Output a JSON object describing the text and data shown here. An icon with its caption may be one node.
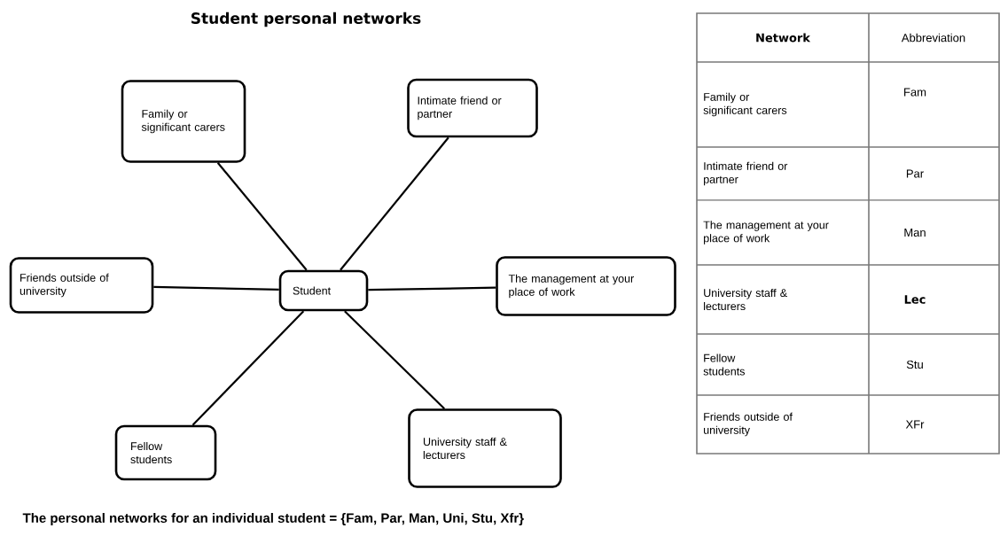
{
  "diagram": {
    "title": "Student personal networks",
    "caption": "The personal networks for an individual student  = {Fam, Par, Man, Uni, Stu, Xfr}",
    "nodes": [
      {
        "text": [
          "Family or significant carers"
        ]
      },
      {
        "text": [
          "Intimate friend or partner"
        ]
      },
      {
        "text": [
          "Friends outside of university"
        ]
      },
      {
        "text": [
          "Student"
        ]
      },
      {
        "text": [
          "The management at your place of work"
        ]
      },
      {
        "text": [
          "Fellow students"
        ]
      },
      {
        "text": [
          "University staff & lecturers"
        ]
      }
    ],
    "edges": [
      {
        "from": 3,
        "to": 0,
        "arrow": "none"
      },
      {
        "from": 3,
        "to": 1,
        "arrow": "none"
      },
      {
        "from": 3,
        "to": 2,
        "arrow": "none"
      },
      {
        "from": 3,
        "to": 4,
        "arrow": "none"
      },
      {
        "from": 3,
        "to": 5,
        "arrow": "none"
      },
      {
        "from": 3,
        "to": 6,
        "arrow": "none"
      }
    ],
    "labels": [
      "Network",
      "Abbreviation",
      "Family or significant carers",
      "Fam",
      "Intimate friend or partner",
      "Par",
      "The management at your place of work",
      "Man",
      "University staff & lecturers",
      "Lec",
      "Fellow students",
      "Stu",
      "Friends outside of university",
      "XFr"
    ]
  }
}
